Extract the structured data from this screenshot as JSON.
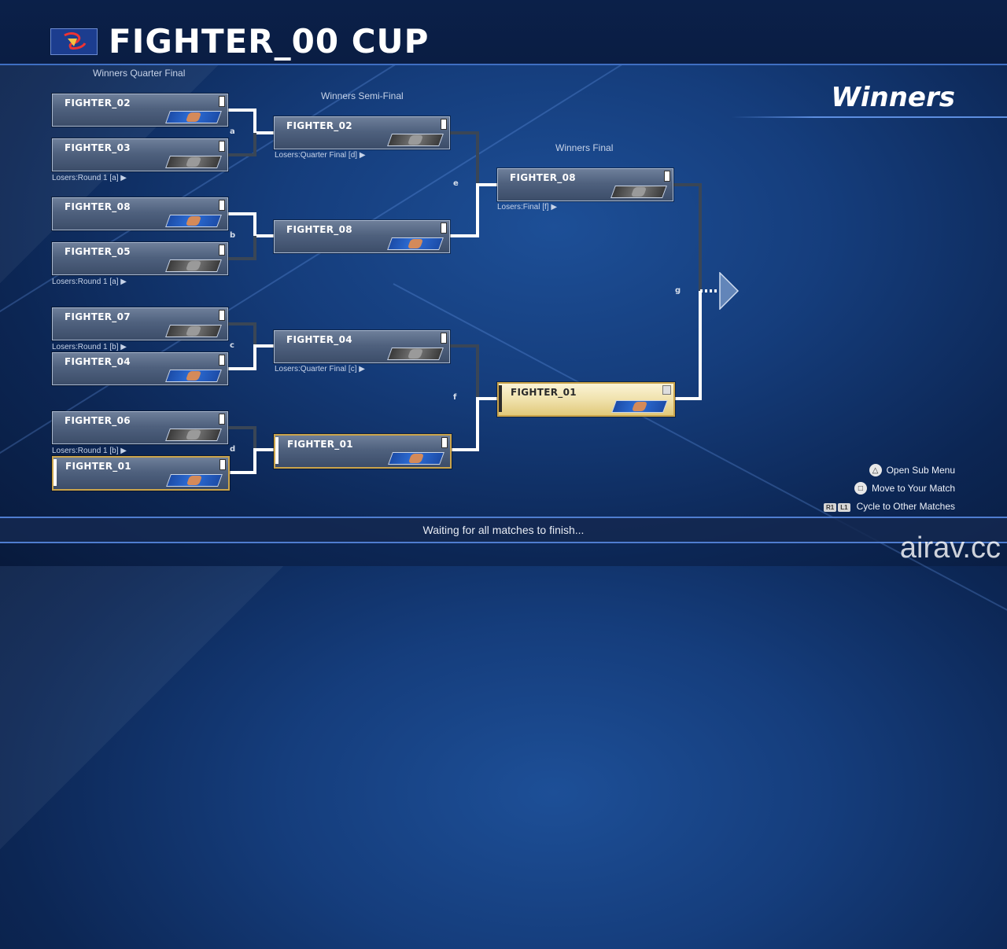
{
  "header": {
    "title": "FIGHTER_00 CUP",
    "logo_icon": "sf-logo-icon"
  },
  "section_title": "Winners",
  "rounds": {
    "quarter": "Winners Quarter Final",
    "semi": "Winners Semi-Final",
    "final": "Winners Final"
  },
  "quarter_matches": [
    {
      "p1": "FIGHTER_02",
      "p2": "FIGHTER_03",
      "letter": "a",
      "note": "Losers:Round 1 [a] ▶"
    },
    {
      "p1": "FIGHTER_08",
      "p2": "FIGHTER_05",
      "letter": "b",
      "note": "Losers:Round 1 [a] ▶"
    },
    {
      "p1": "FIGHTER_07",
      "p2": "FIGHTER_04",
      "letter": "c",
      "note": "Losers:Round 1 [b] ▶"
    },
    {
      "p1": "FIGHTER_06",
      "p2": "FIGHTER_01",
      "letter": "d",
      "note": "Losers:Round 1 [b] ▶"
    }
  ],
  "semi_matches": [
    {
      "name": "FIGHTER_02",
      "note": "Losers:Quarter Final [d] ▶"
    },
    {
      "name": "FIGHTER_08",
      "note": ""
    },
    {
      "name": "FIGHTER_04",
      "note": "Losers:Quarter Final [c] ▶"
    },
    {
      "name": "FIGHTER_01",
      "note": ""
    }
  ],
  "semi_letters": [
    "e",
    "f"
  ],
  "final_matches": [
    {
      "name": "FIGHTER_08",
      "note": "Losers:Final [f] ▶"
    },
    {
      "name": "FIGHTER_01",
      "note": ""
    }
  ],
  "final_letter": "g",
  "hints": [
    {
      "icon": "triangle-button-icon",
      "symbol": "△",
      "label": "Open Sub Menu"
    },
    {
      "icon": "square-button-icon",
      "symbol": "□",
      "label": "Move to Your Match"
    },
    {
      "icon": "r1-l1-button-icon",
      "symbol": "",
      "r1": "R1",
      "l1": "L1",
      "label": "Cycle to Other Matches"
    }
  ],
  "footer": {
    "status": "Waiting for all matches to finish..."
  },
  "watermark": "airav.cc",
  "colors": {
    "bg": "#153d7c",
    "gold": "#f0e2ad",
    "accent": "#4f7dd0"
  }
}
